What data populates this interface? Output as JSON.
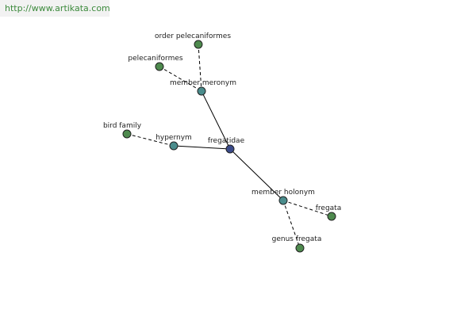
{
  "watermark": {
    "url": "http://www.artikata.com"
  },
  "colors": {
    "leaf_node": "#4e8a4e",
    "relation_node": "#4a8c8c",
    "center_node": "#3a4a8a",
    "watermark_bg": "#f2f2f2",
    "watermark_text": "#3c8a3c"
  },
  "graph": {
    "center": "fregatidae",
    "relations": [
      {
        "label": "member meronym",
        "kind": "relation",
        "targets": [
          "order pelecaniformes",
          "pelecaniformes"
        ]
      },
      {
        "label": "hypernym",
        "kind": "relation",
        "targets": [
          "bird family"
        ]
      },
      {
        "label": "member holonym",
        "kind": "relation",
        "targets": [
          "fregata",
          "genus fregata"
        ]
      }
    ]
  }
}
